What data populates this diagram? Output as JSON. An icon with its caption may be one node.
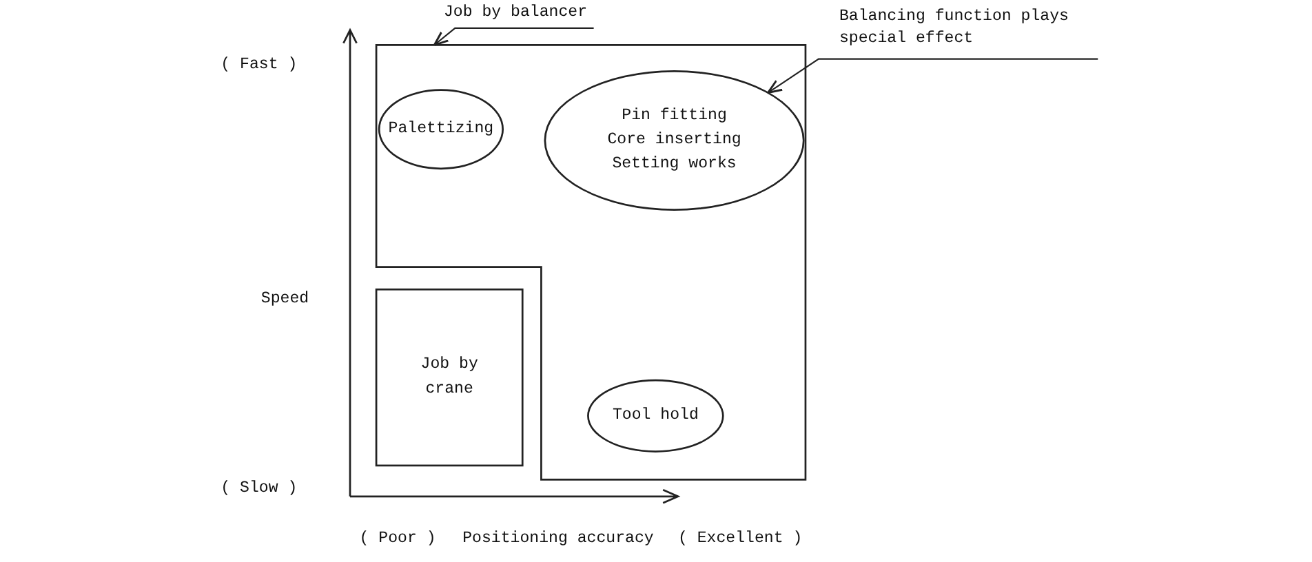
{
  "diagram": {
    "nodes": [
      {
        "text": [
          "Job by balancer"
        ]
      },
      {
        "text": [],
        "shape": "box"
      },
      {
        "text": [
          "Palettizing"
        ],
        "in": 1
      },
      {
        "text": [
          "Pin fitting",
          "Core inserting",
          "Setting works"
        ],
        "in": 1
      },
      {
        "text": [
          "Tool hold"
        ],
        "in": 1
      },
      {
        "text": [
          "Job by crane"
        ]
      },
      {
        "text": [
          "Balancing function plays special effect"
        ]
      }
    ],
    "edges": [
      {
        "from": 0,
        "to": 1,
        "arrow": "to"
      },
      {
        "from": 6,
        "to": 3,
        "arrow": "to"
      }
    ],
    "labels": [
      "( Fast )",
      "Speed",
      "( Slow )",
      "( Poor )",
      "Positioning accuracy",
      "( Excellent )"
    ]
  }
}
